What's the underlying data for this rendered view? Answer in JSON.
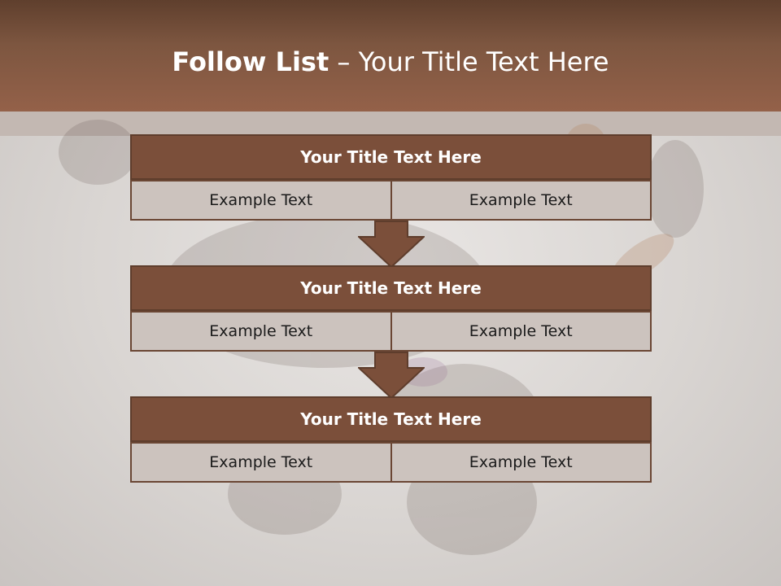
{
  "header": {
    "title_bold": "Follow List",
    "title_rest": " – Your Title Text Here"
  },
  "blocks": [
    {
      "title": "Your Title Text Here",
      "left": "Example Text",
      "right": "Example Text"
    },
    {
      "title": "Your Title Text Here",
      "left": "Example Text",
      "right": "Example Text"
    },
    {
      "title": "Your Title Text Here",
      "left": "Example Text",
      "right": "Example Text"
    }
  ],
  "colors": {
    "header": "#946149",
    "block_title": "#7b4f3a",
    "block_cell": "#ccc3be"
  },
  "icons": [
    "down-arrow-icon",
    "down-arrow-icon"
  ]
}
